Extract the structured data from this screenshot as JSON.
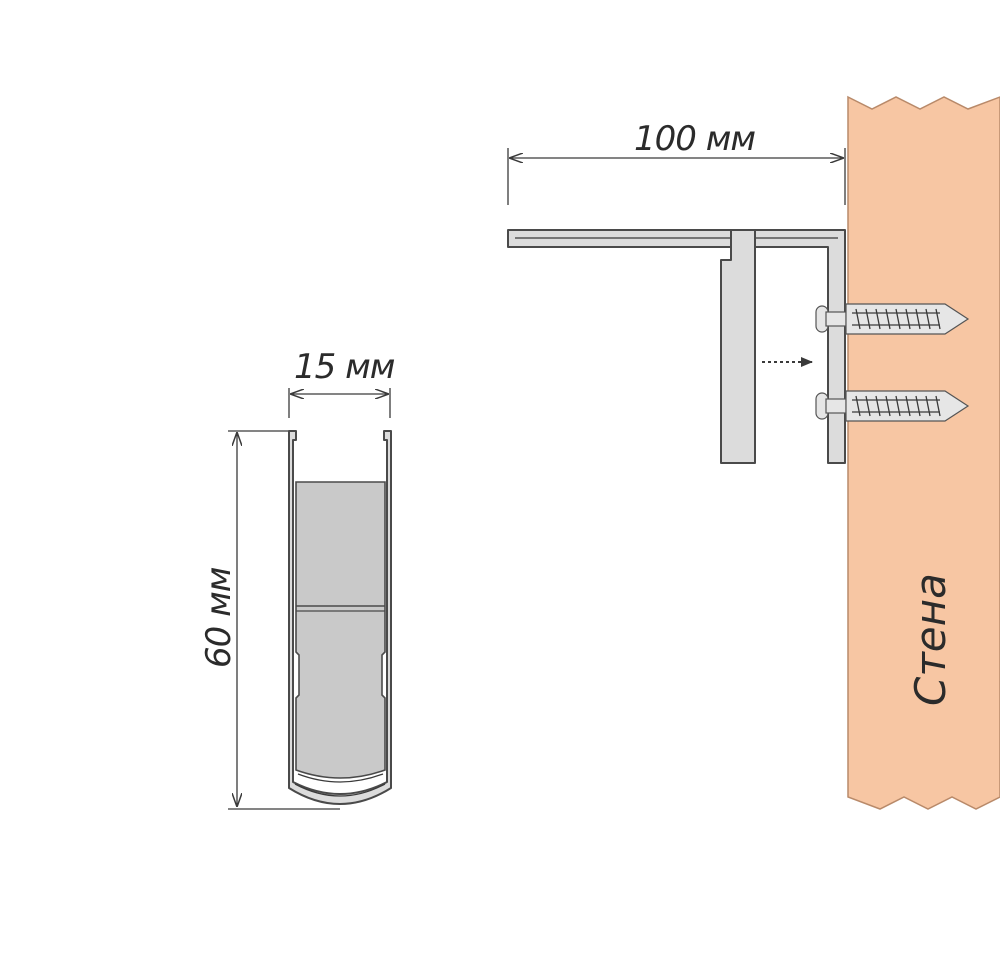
{
  "labels": {
    "width_100": "100 мм",
    "width_15": "15 мм",
    "height_60": "60 мм",
    "wall": "Стена"
  },
  "colors": {
    "wall_fill": "#f7c6a3",
    "profile_fill": "#dcdcdc",
    "profile_stroke": "#4a4a4a",
    "line": "#3a3a3a"
  }
}
